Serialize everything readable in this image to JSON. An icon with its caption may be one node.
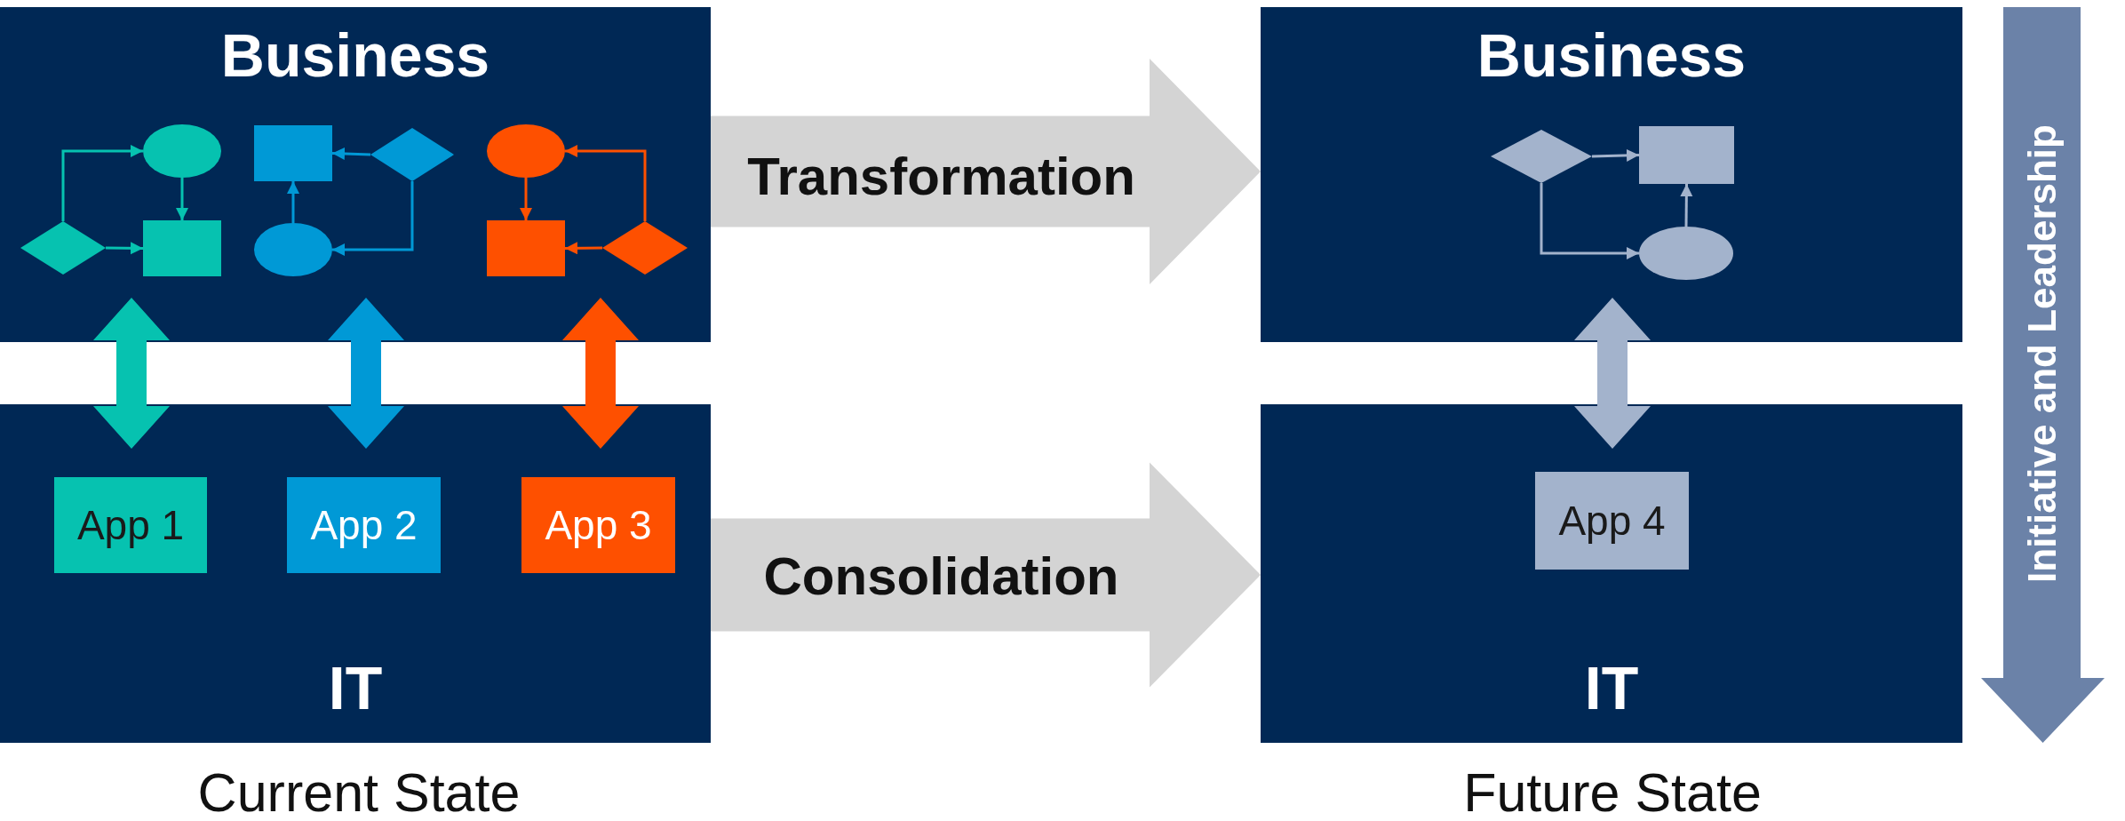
{
  "diagram": {
    "nodes": [
      {
        "text": [
          "Business"
        ]
      },
      {
        "text": [],
        "shape": "ellipse",
        "in": 0
      },
      {
        "text": [],
        "shape": "diamond",
        "in": 0
      },
      {
        "text": [],
        "shape": "box",
        "in": 0
      },
      {
        "text": [],
        "shape": "box",
        "in": 0
      },
      {
        "text": [],
        "shape": "diamond",
        "in": 0
      },
      {
        "text": [],
        "shape": "ellipse",
        "in": 0
      },
      {
        "text": [],
        "shape": "ellipse",
        "in": 0
      },
      {
        "text": [],
        "shape": "box",
        "in": 0
      },
      {
        "text": [],
        "shape": "diamond",
        "in": 0
      },
      {
        "text": [
          "IT"
        ]
      },
      {
        "text": [
          "App 1"
        ],
        "in": 10
      },
      {
        "text": [
          "App 2"
        ],
        "in": 10
      },
      {
        "text": [
          "App 3"
        ],
        "in": 10
      },
      {
        "text": [
          "Business"
        ]
      },
      {
        "text": [],
        "shape": "diamond",
        "in": 14
      },
      {
        "text": [],
        "shape": "box",
        "in": 14
      },
      {
        "text": [],
        "shape": "ellipse",
        "in": 14
      },
      {
        "text": [
          "IT"
        ]
      },
      {
        "text": [
          "App 4"
        ],
        "in": 18
      },
      {
        "text": [
          "Initiative and Leadership"
        ]
      }
    ],
    "edges": [
      {
        "from": 2,
        "to": 1,
        "arrow": "to",
        "color": "#06c2b0"
      },
      {
        "from": 1,
        "to": 3,
        "arrow": "to",
        "color": "#06c2b0"
      },
      {
        "from": 2,
        "to": 3,
        "arrow": "to",
        "color": "#06c2b0"
      },
      {
        "from": 5,
        "to": 4,
        "arrow": "to",
        "color": "#0099d6"
      },
      {
        "from": 6,
        "to": 4,
        "arrow": "to",
        "color": "#0099d6"
      },
      {
        "from": 5,
        "to": 6,
        "arrow": "to",
        "color": "#0099d6"
      },
      {
        "from": 7,
        "to": 8,
        "arrow": "to",
        "color": "#fe5000"
      },
      {
        "from": 9,
        "to": 8,
        "arrow": "to",
        "color": "#fe5000"
      },
      {
        "from": 9,
        "to": 7,
        "arrow": "to",
        "color": "#fe5000"
      },
      {
        "from": 0,
        "to": 10,
        "arrow": "both",
        "style": "thick",
        "color": "#06c2b0"
      },
      {
        "from": 0,
        "to": 10,
        "arrow": "both",
        "style": "thick",
        "color": "#0099d6"
      },
      {
        "from": 0,
        "to": 10,
        "arrow": "both",
        "style": "thick",
        "color": "#fe5000"
      },
      {
        "from": 15,
        "to": 16,
        "arrow": "to",
        "color": "#a3b3cc"
      },
      {
        "from": 15,
        "to": 17,
        "arrow": "to",
        "color": "#a3b3cc"
      },
      {
        "from": 17,
        "to": 16,
        "arrow": "to",
        "color": "#a3b3cc"
      },
      {
        "from": 14,
        "to": 18,
        "arrow": "both",
        "style": "thick",
        "color": "#a3b3cc"
      },
      {
        "from": 0,
        "to": 14,
        "arrow": "to",
        "label": "Transformation",
        "style": "thick",
        "color": "#d4d4d4"
      },
      {
        "from": 10,
        "to": 18,
        "arrow": "to",
        "label": "Consolidation",
        "style": "thick",
        "color": "#d4d4d4"
      }
    ],
    "labels": [
      "Current State",
      "Future State"
    ]
  }
}
